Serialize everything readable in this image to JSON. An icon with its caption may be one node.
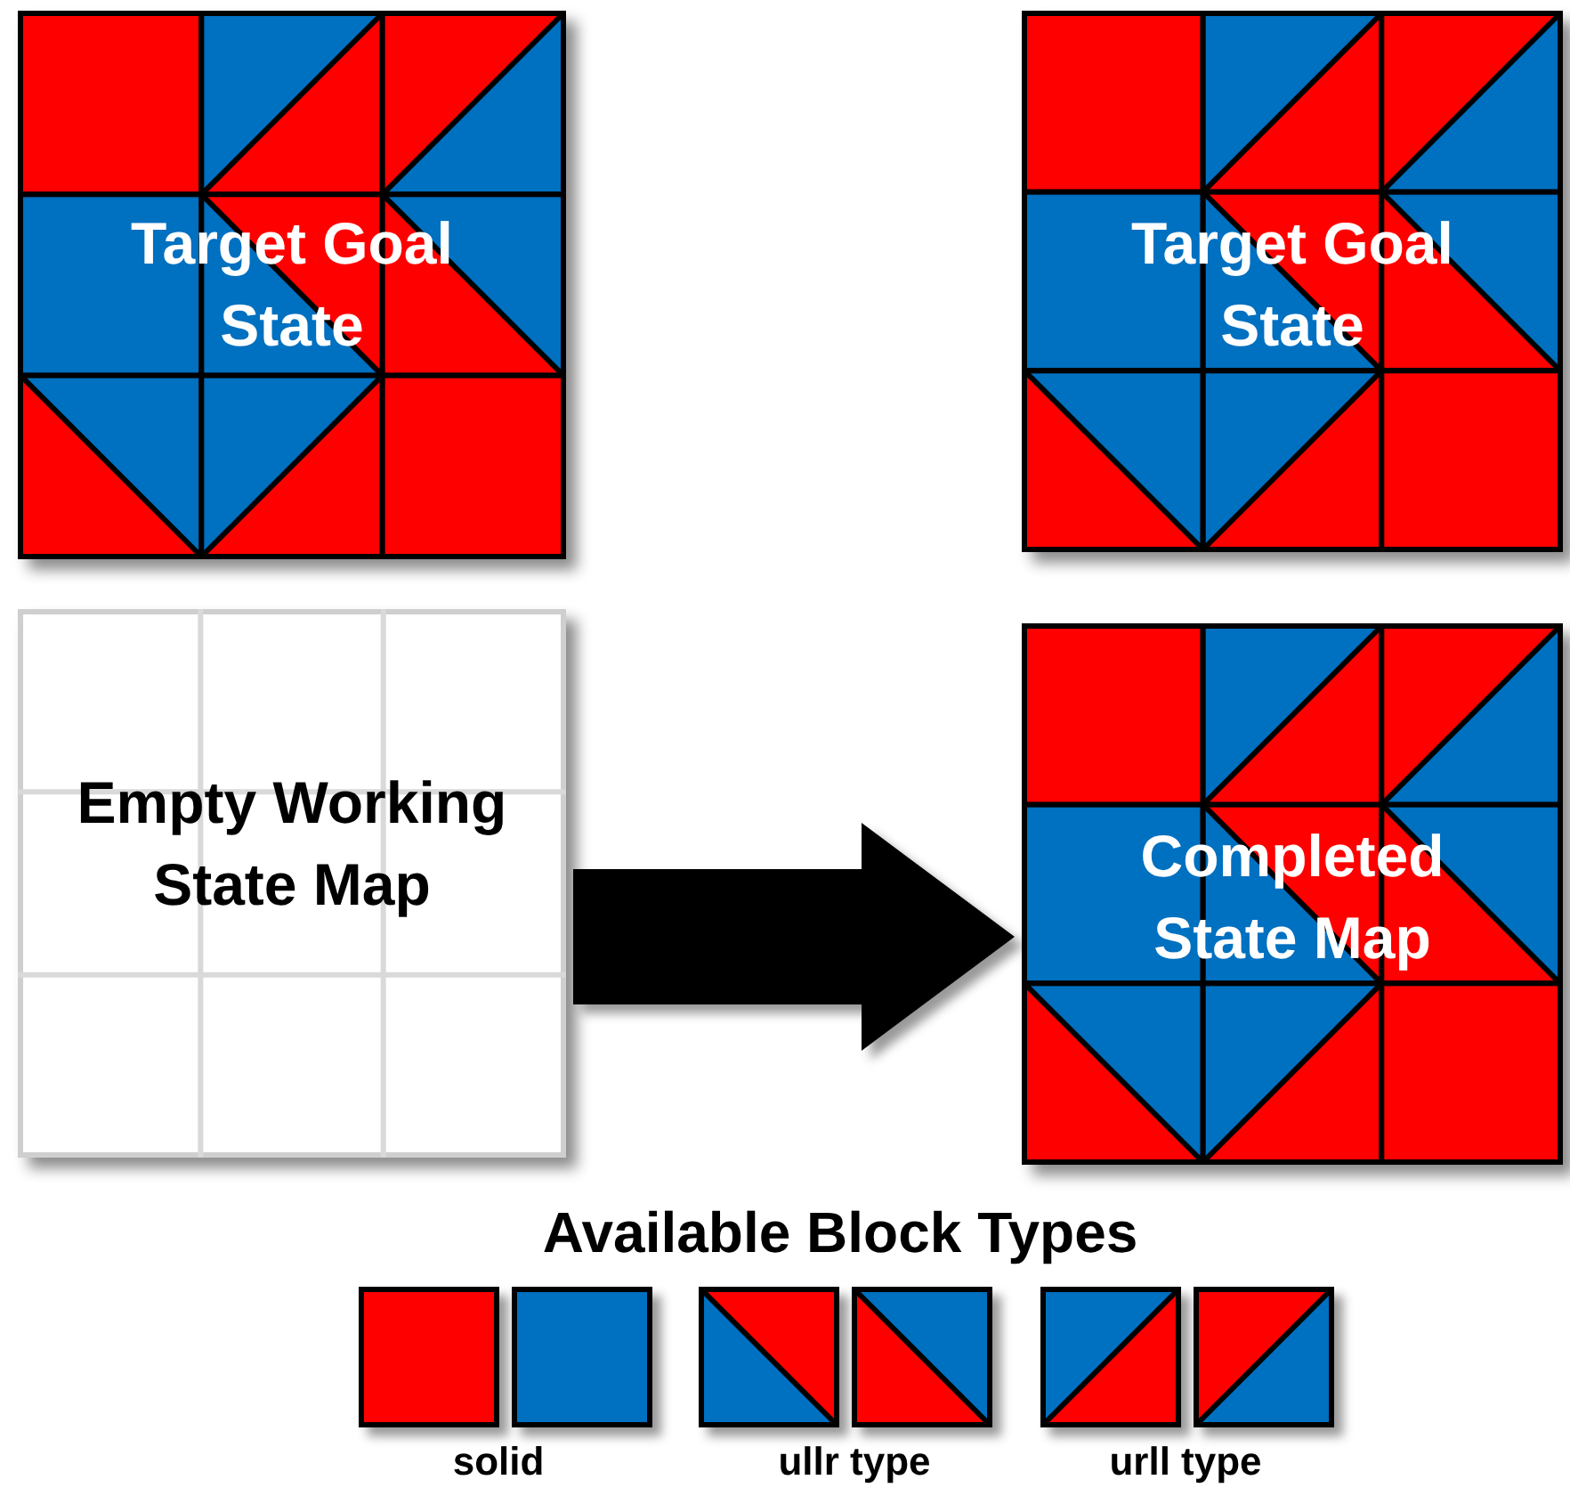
{
  "diagram": {
    "nodes": [
      {
        "text": [
          "Target Goal State"
        ]
      },
      {
        "text": [
          "Target Goal State"
        ]
      },
      {
        "text": [
          "Empty Working State Map"
        ]
      },
      {
        "text": [
          "Completed State Map"
        ]
      }
    ],
    "edges": [
      {
        "from": 2,
        "to": 3,
        "arrow": "to",
        "style": "thick"
      }
    ],
    "labels": [
      "Available Block Types",
      "solid",
      "ullr type",
      "urll type"
    ]
  }
}
